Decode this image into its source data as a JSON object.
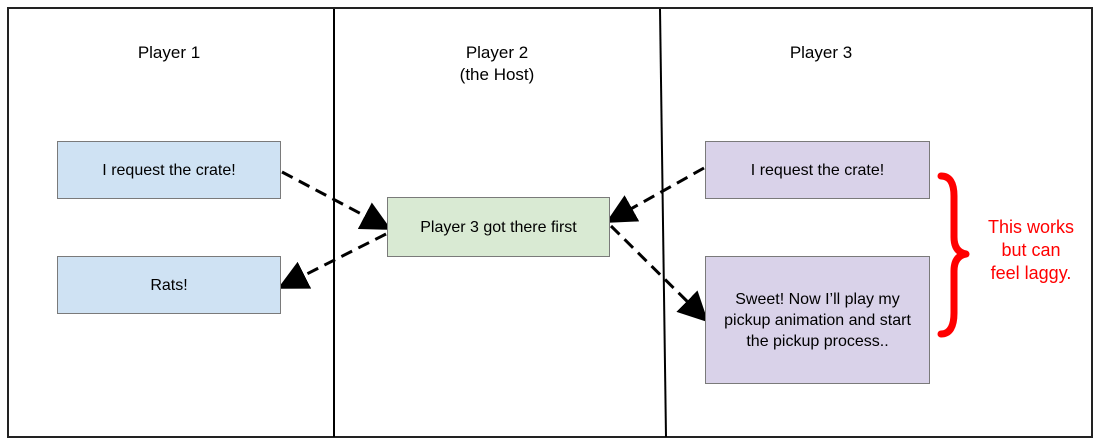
{
  "columns": [
    {
      "line1": "Player 1",
      "line2": ""
    },
    {
      "line1": "Player 2",
      "line2": "(the Host)"
    },
    {
      "line1": "Player 3",
      "line2": ""
    }
  ],
  "boxes": {
    "p1_request": "I request the crate!",
    "p1_rats": "Rats!",
    "host_result": "Player 3 got there first",
    "p3_request": "I request the crate!",
    "p3_sweet": "Sweet!  Now I’ll play my pickup animation and start the pickup process.."
  },
  "note": "This works\nbut can\nfeel laggy.",
  "colors": {
    "blue_box": "#cfe2f3",
    "green_box": "#d9ead3",
    "purple_box": "#d9d2e9",
    "note": "#ff0000",
    "arrow": "#000000",
    "divider": "#000000"
  }
}
